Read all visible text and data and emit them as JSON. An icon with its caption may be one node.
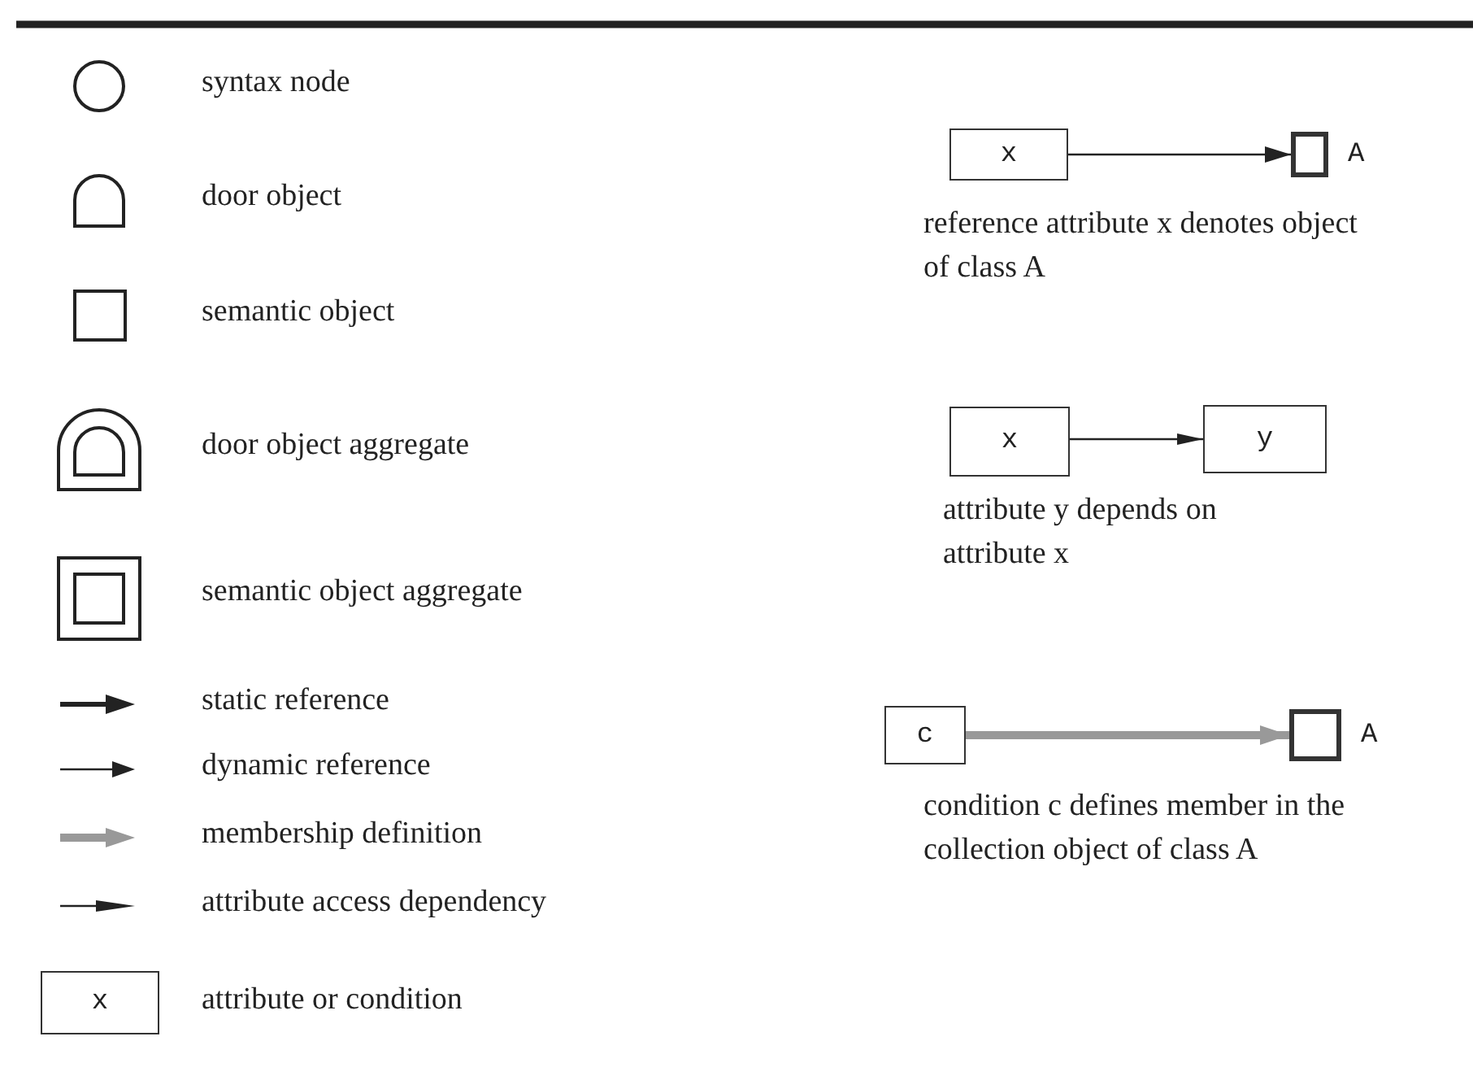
{
  "diagram": {
    "nodes": [
      {
        "text": [
          "x"
        ]
      },
      {
        "text": [],
        "shape": "box",
        "beside": [
          "A"
        ]
      },
      {
        "text": [
          "x"
        ]
      },
      {
        "text": [
          "y"
        ]
      },
      {
        "text": [
          "c"
        ]
      },
      {
        "text": [],
        "shape": "box",
        "beside": [
          "A"
        ]
      },
      {
        "text": [
          "x"
        ]
      }
    ],
    "edges": [
      {
        "from": 0,
        "to": 1,
        "arrow": "to"
      },
      {
        "from": 2,
        "to": 3,
        "arrow": "to"
      },
      {
        "from": 4,
        "to": 5,
        "arrow": "to",
        "style": "thick",
        "color": "#999999"
      }
    ],
    "labels": [
      "reference attribute x denotes object of class A",
      "attribute y depends on attribute x",
      "condition c defines member in the collection object of class A"
    ],
    "legend": [
      {
        "text": "syntax node"
      },
      {
        "text": "door object"
      },
      {
        "text": "semantic object"
      },
      {
        "text": "door object aggregate"
      },
      {
        "text": "semantic object aggregate"
      },
      {
        "text": "static reference"
      },
      {
        "text": "dynamic reference"
      },
      {
        "text": "membership definition"
      },
      {
        "text": "attribute access dependency"
      },
      {
        "text": "attribute or condition"
      }
    ]
  }
}
